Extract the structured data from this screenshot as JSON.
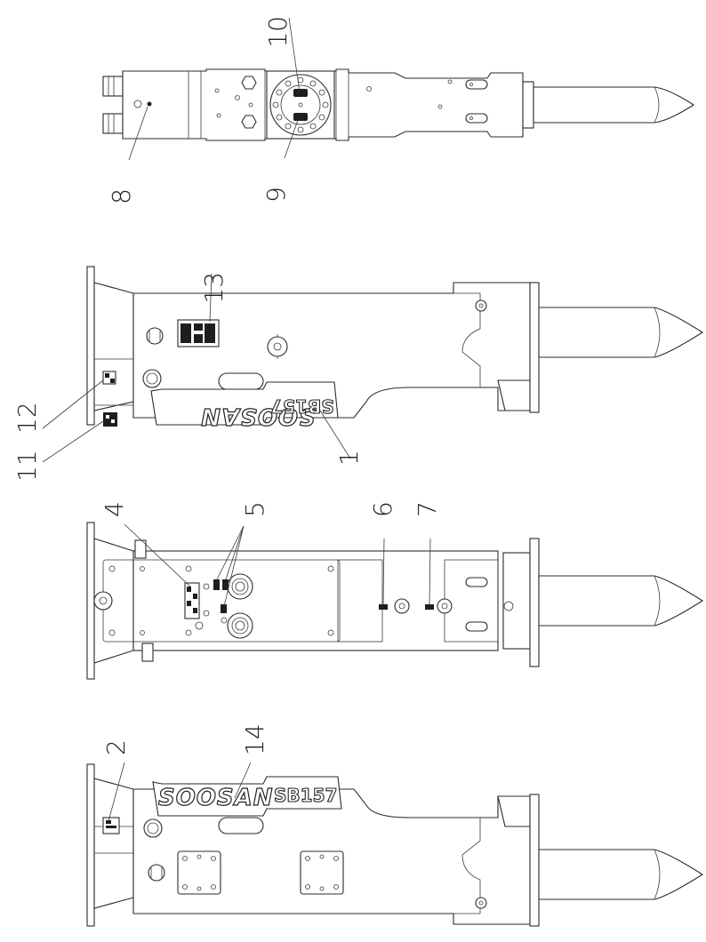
{
  "callouts": {
    "c1": "1",
    "c2": "2",
    "c4": "4",
    "c5": "5",
    "c6": "6",
    "c7": "7",
    "c8": "8",
    "c9": "9",
    "c10": "10",
    "c11": "11",
    "c12": "12",
    "c13": "13",
    "c14": "14"
  },
  "decals": {
    "brand": "SOOSAN",
    "model": "SB157"
  },
  "colors": {
    "line": "#2b2b2b",
    "fill": "#ffffff",
    "label_dark": "#1e1e1e"
  }
}
